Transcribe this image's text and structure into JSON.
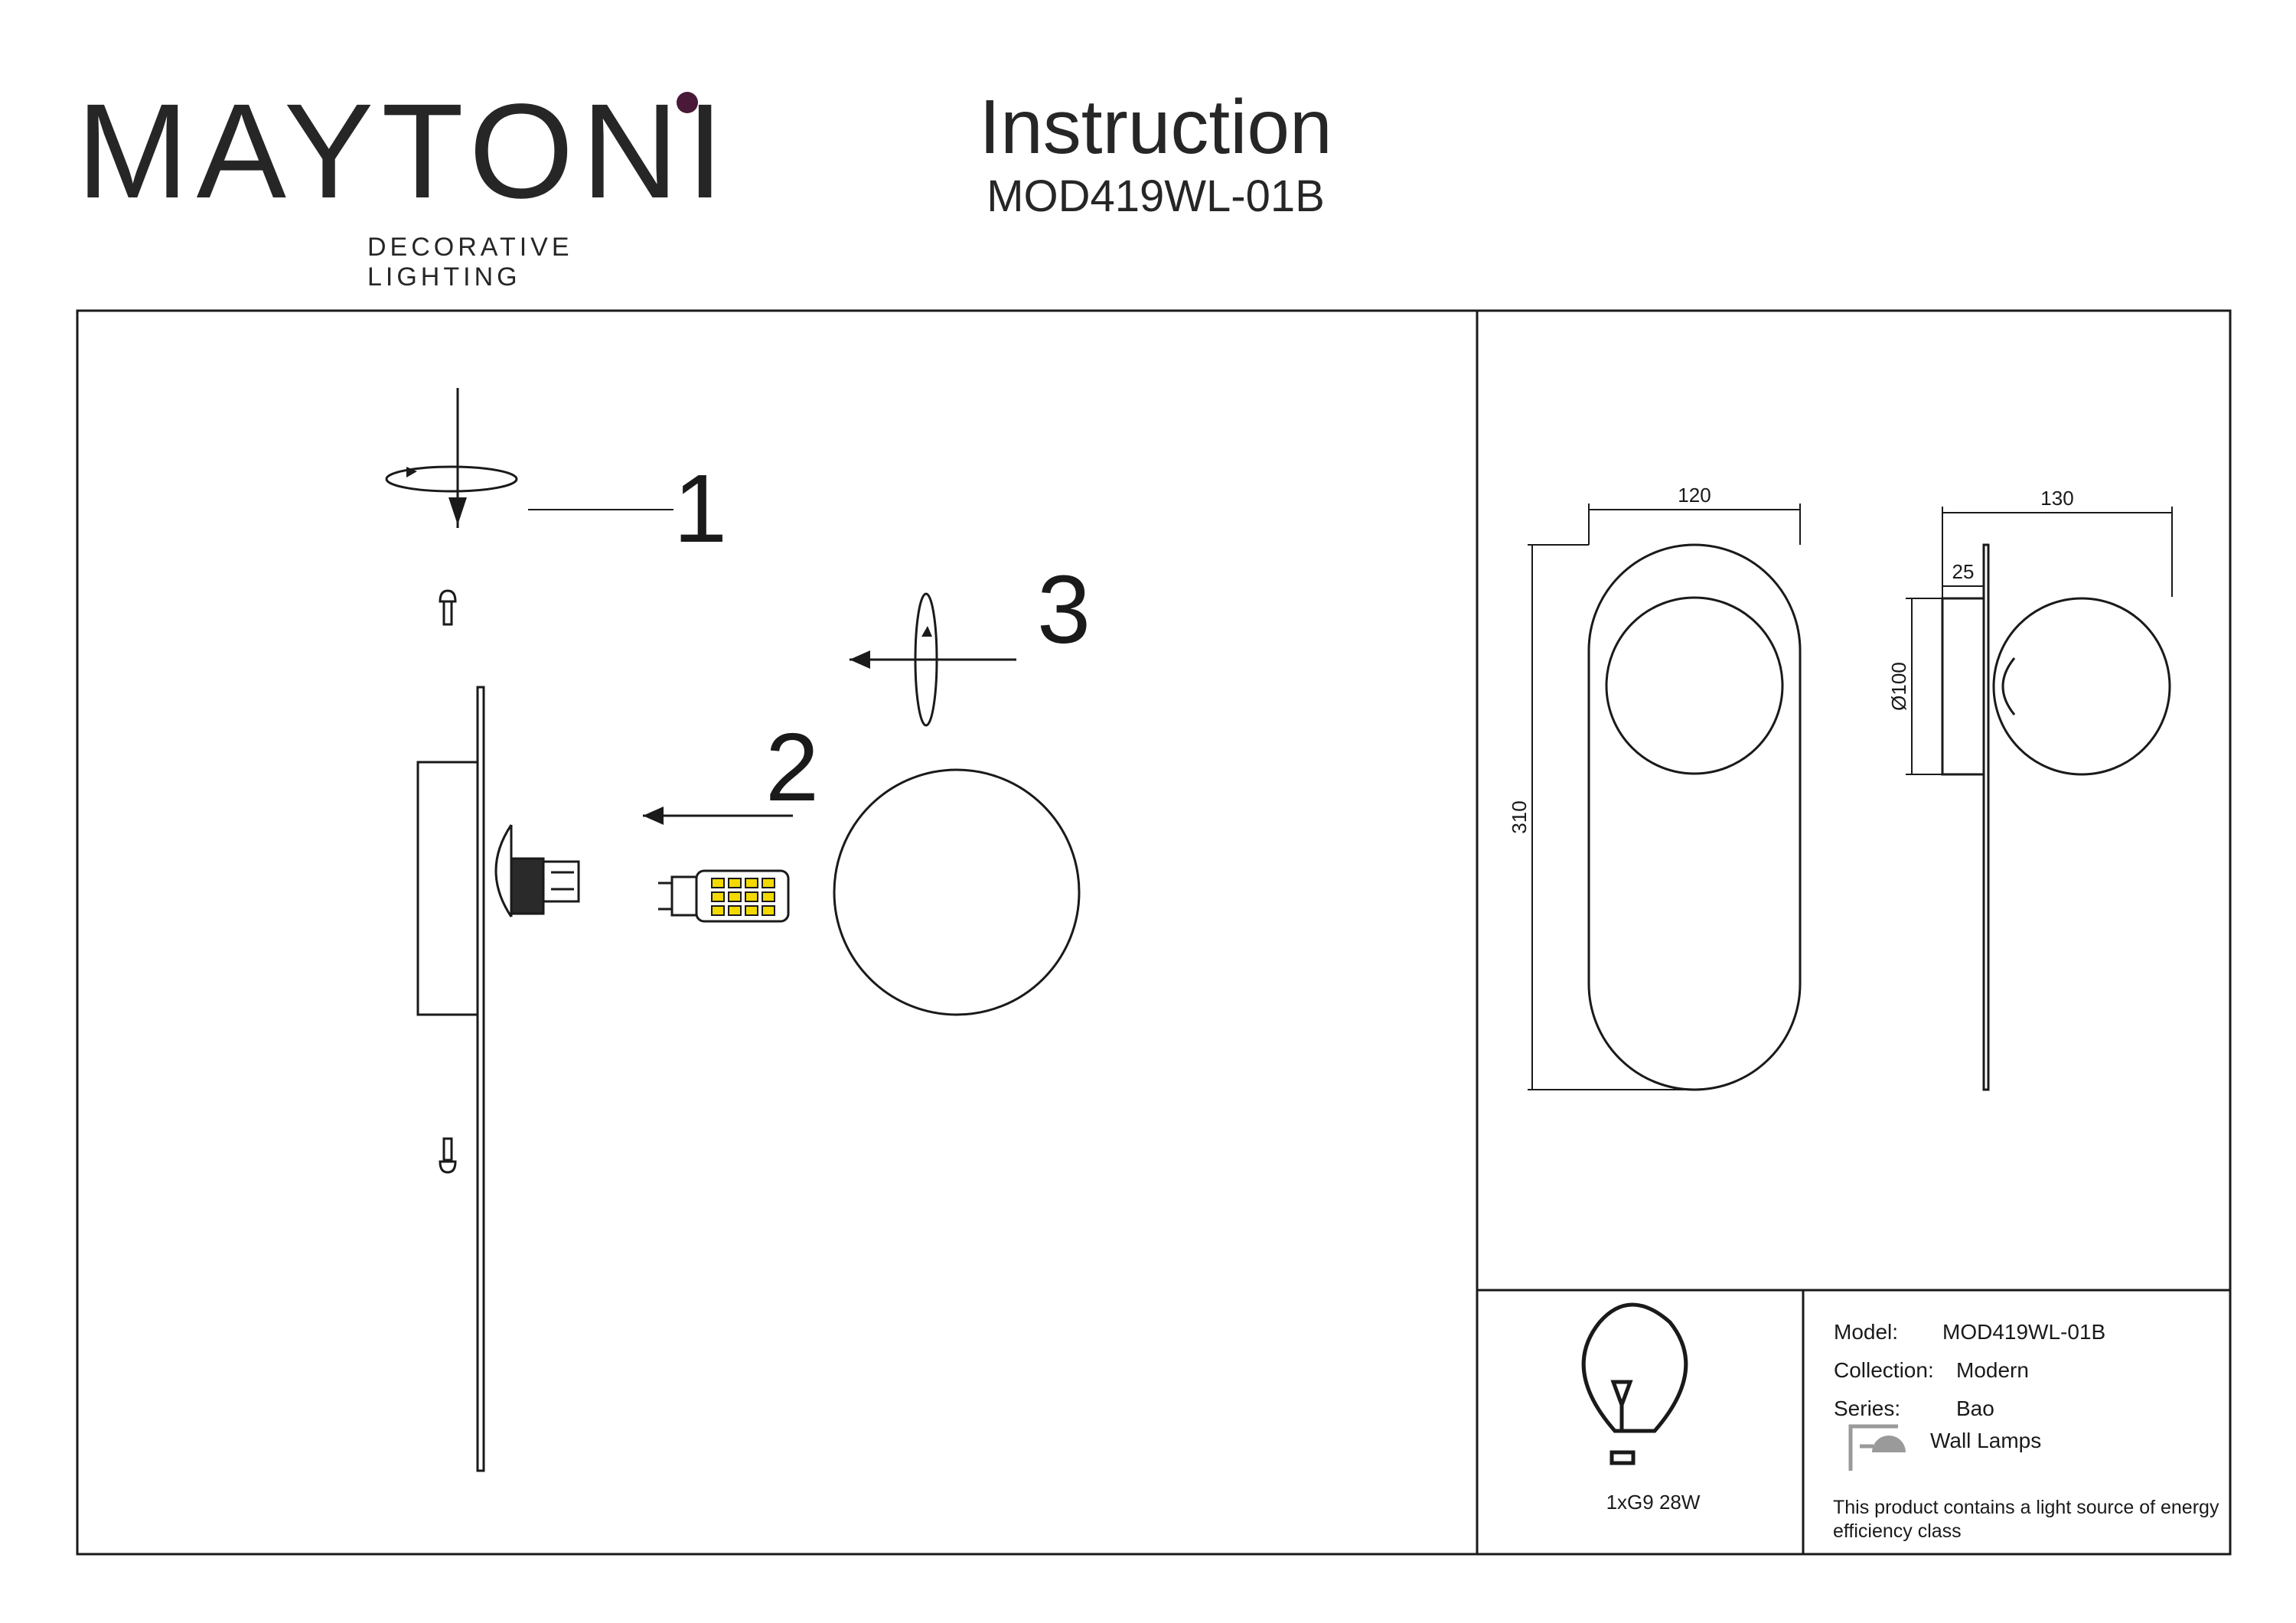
{
  "brand": {
    "logo_text": "MAYTONI",
    "tagline": "DECORATIVE LIGHTING",
    "accent_color": "#4a1838"
  },
  "header": {
    "title": "Instruction",
    "model": "MOD419WL-01B"
  },
  "steps": [
    {
      "number": "1"
    },
    {
      "number": "2"
    },
    {
      "number": "3"
    }
  ],
  "dimensions": {
    "front_width": "120",
    "front_height": "310",
    "side_depth": "130",
    "base_depth": "25",
    "shade_diameter": "Ø100"
  },
  "lamp_spec": "1xG9 28W",
  "specs": [
    {
      "label": "Model:",
      "value": "MOD419WL-01B"
    },
    {
      "label": "Collection:",
      "value": "Modern"
    },
    {
      "label": "Series:",
      "value": "Bao"
    }
  ],
  "category": "Wall Lamps",
  "energy_note": "This product contains a light source of energy efficiency class",
  "colors": {
    "line": "#1a1a1a",
    "icon_gray": "#9a9a9a"
  },
  "icons": [
    "rotate-icon",
    "arrow-icon",
    "screw-icon",
    "g9-bulb-icon",
    "light-bulb-icon",
    "wall-lamp-icon"
  ]
}
